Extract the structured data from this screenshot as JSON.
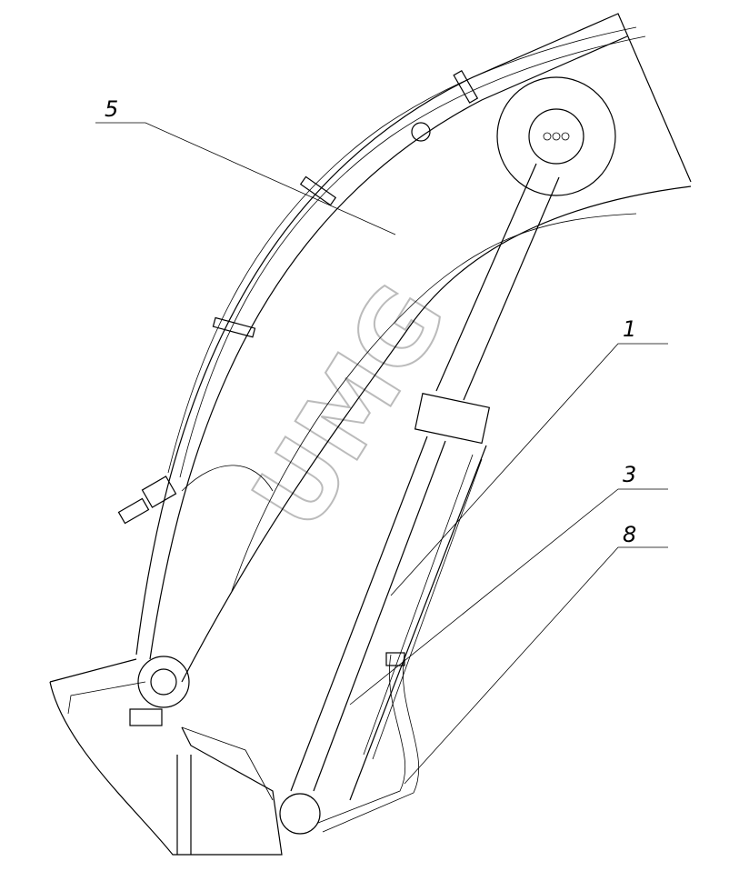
{
  "diagram": {
    "callouts": [
      {
        "id": "5",
        "label": "5"
      },
      {
        "id": "1",
        "label": "1"
      },
      {
        "id": "3",
        "label": "3"
      },
      {
        "id": "8",
        "label": "8"
      }
    ],
    "watermark": "UMG"
  }
}
